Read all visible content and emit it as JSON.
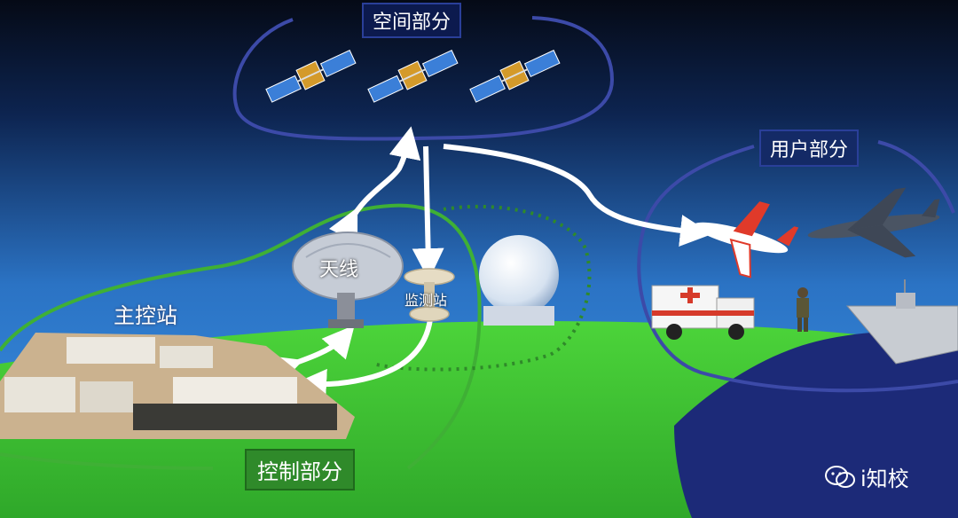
{
  "segments": {
    "space": "空间部分",
    "user": "用户部分",
    "control": "控制部分"
  },
  "nodes": {
    "master_station": "主控站",
    "antenna": "天线",
    "monitor_station": "监测站"
  },
  "watermark": {
    "brand": "i知校",
    "icon": "wechat-icon"
  },
  "icons": {
    "satellites": [
      "satellite-icon",
      "satellite-icon",
      "satellite-icon"
    ],
    "users": [
      "airplane-icon",
      "bomber-icon",
      "ambulance-icon",
      "soldier-icon",
      "aircraft-carrier-icon"
    ],
    "control": [
      "building-icon",
      "dish-antenna-icon",
      "monitor-dish-icon",
      "radome-icon"
    ]
  },
  "colors": {
    "sky_top": "#070e1f",
    "sky_bottom": "#2f84d6",
    "ground": "#44c235",
    "sea": "#1c2a78",
    "space_boundary": "#3c4aa8",
    "control_boundary": "#3fb035",
    "arrow": "#ffffff"
  }
}
